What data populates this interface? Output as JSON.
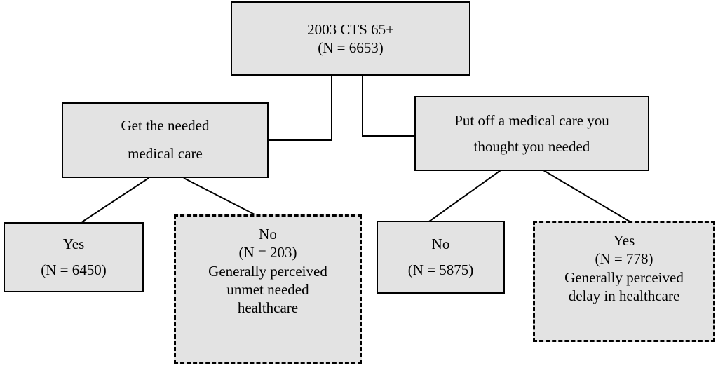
{
  "root": {
    "line1": "2003 CTS 65+",
    "line2": "(N = 6653)"
  },
  "left_question": {
    "line1": "Get the needed",
    "line2": "medical care"
  },
  "right_question": {
    "line1": "Put off a medical care you",
    "line2": "thought you needed"
  },
  "left_yes": {
    "line1": "Yes",
    "line2": "(N = 6450)"
  },
  "left_no": {
    "line1": "No",
    "line2": "(N = 203)",
    "line3": "Generally perceived",
    "line4": "unmet needed",
    "line5": "healthcare"
  },
  "right_no": {
    "line1": "No",
    "line2": "(N = 5875)"
  },
  "right_yes": {
    "line1": "Yes",
    "line2": "(N = 778)",
    "line3": "Generally perceived",
    "line4": "delay in healthcare"
  }
}
